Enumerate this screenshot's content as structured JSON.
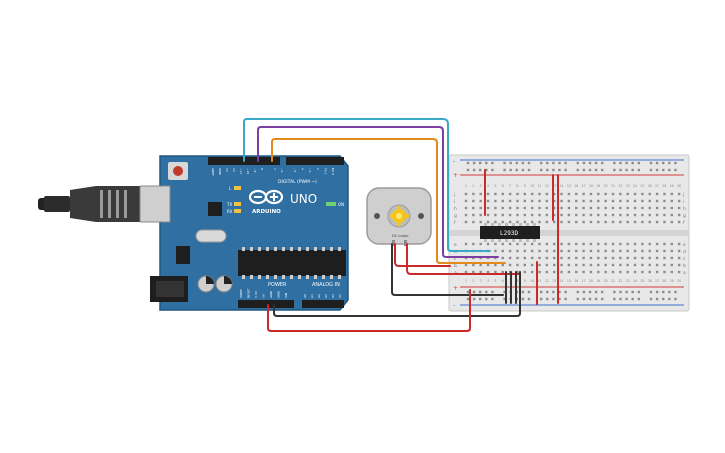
{
  "arduino": {
    "brand": "ARDUINO",
    "model": "UNO",
    "digital_label": "DIGITAL (PWM ~)",
    "power_label": "POWER",
    "analog_label": "ANALOG IN",
    "on_label": "ON",
    "tx_label": "TX",
    "rx_label": "RX",
    "l_label": "L",
    "digital_pins": [
      "AREF",
      "GND",
      "13",
      "12",
      "~11",
      "~10",
      "~9",
      "8",
      "7",
      "~6",
      "~5",
      "4",
      "~3",
      "2",
      "TX 1",
      "RX 0"
    ],
    "power_pins": [
      "IOREF",
      "RESET",
      "3.3V",
      "5V",
      "GND",
      "GND",
      "VIN"
    ],
    "analog_pins": [
      "A0",
      "A1",
      "A2",
      "A3",
      "A4",
      "A5"
    ]
  },
  "motor": {
    "label": "DC motor"
  },
  "chip": {
    "label": "L293D"
  },
  "breadboard": {
    "row_letters_top": [
      "j",
      "i",
      "h",
      "g",
      "f"
    ],
    "row_letters_bottom": [
      "e",
      "d",
      "c",
      "b",
      "a"
    ],
    "column_numbers": [
      "1",
      "2",
      "3",
      "4",
      "5",
      "6",
      "7",
      "8",
      "9",
      "10",
      "11",
      "12",
      "13",
      "14",
      "15",
      "16",
      "17",
      "18",
      "19",
      "20",
      "21",
      "22",
      "23",
      "24",
      "25",
      "26",
      "27",
      "28",
      "29",
      "30"
    ],
    "rail_plus": "+",
    "rail_minus": "-"
  },
  "colors": {
    "board_blue": "#2f6fa1",
    "board_edge": "#215680",
    "wire_cyan": "#3aa8c9",
    "wire_purple": "#7a3fa3",
    "wire_orange": "#e48a1a",
    "wire_red": "#cc2a2a",
    "wire_black": "#333333",
    "breadboard": "#e8e8e8",
    "rail_red": "#d23b3b",
    "rail_blue": "#3b6fd2"
  }
}
